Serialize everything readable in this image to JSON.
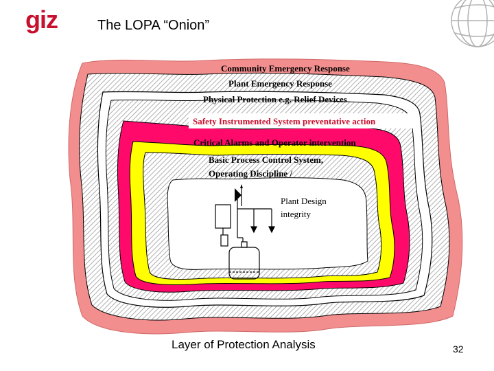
{
  "header": {
    "logo_text": "giz",
    "title": "The LOPA “Onion”"
  },
  "layers": [
    {
      "label": "Community Emergency Response"
    },
    {
      "label": "Plant Emergency Response"
    },
    {
      "label": "Physical Protection e.g. Relief Devices"
    },
    {
      "label": "Safety Instrumented System preventative action"
    },
    {
      "label": "Critical Alarms and Operator intervention"
    },
    {
      "label_line1": "Basic Process Control System,",
      "label_line2": "Operating Discipline /"
    },
    {
      "label_line1": "Plant Design",
      "label_line2": "integrity"
    }
  ],
  "footer": {
    "caption": "Layer of Protection Analysis",
    "page_number": "32"
  },
  "colors": {
    "brand_red": "#c8102e",
    "outer_pink": "#f28e8e",
    "magenta": "#ff0a6a",
    "yellow": "#ffff00",
    "hatch": "#9a9a9a"
  },
  "icons": [
    "globe-icon",
    "vessel-icon",
    "control-valve-icon"
  ]
}
